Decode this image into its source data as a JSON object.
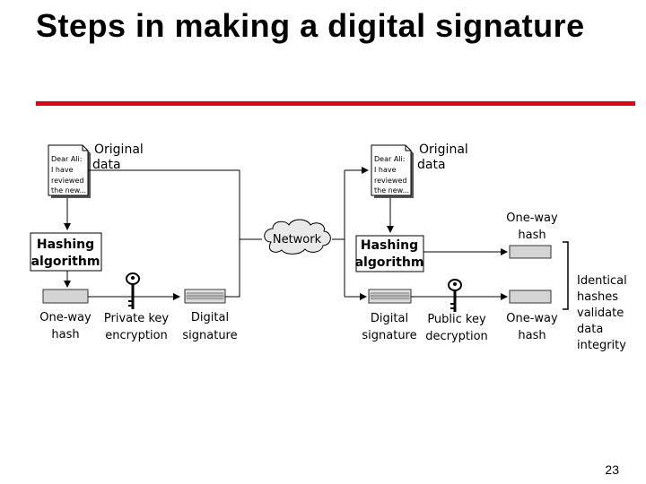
{
  "slide": {
    "title": "Steps in making a digital signature",
    "page_number": "23",
    "accent_color": "#e0001a"
  },
  "diagram": {
    "sender": {
      "doc_lines": [
        "Dear Ali:",
        "I have",
        "reviewed",
        "the new..."
      ],
      "original_label": [
        "Original",
        "data"
      ],
      "hash_algo_label": [
        "Hashing",
        "algorithm"
      ],
      "hash_label": [
        "One-way",
        "hash"
      ],
      "encryption_label": [
        "Private key",
        "encryption"
      ],
      "signature_label": [
        "Digital",
        "signature"
      ]
    },
    "network_label": "Network",
    "receiver": {
      "doc_lines": [
        "Dear Ali:",
        "I have",
        "reviewed",
        "the new..."
      ],
      "original_label": [
        "Original",
        "data"
      ],
      "hash_algo_label": [
        "Hashing",
        "algorithm"
      ],
      "top_hash_label": [
        "One-way",
        "hash"
      ],
      "signature_label": [
        "Digital",
        "signature"
      ],
      "decryption_label": [
        "Public key",
        "decryption"
      ],
      "hash_label": [
        "One-way",
        "hash"
      ],
      "identical_label": [
        "Identical",
        "hashes",
        "validate",
        "data",
        "integrity"
      ]
    },
    "icons": [
      "document-icon",
      "key-icon",
      "cloud-icon"
    ]
  }
}
